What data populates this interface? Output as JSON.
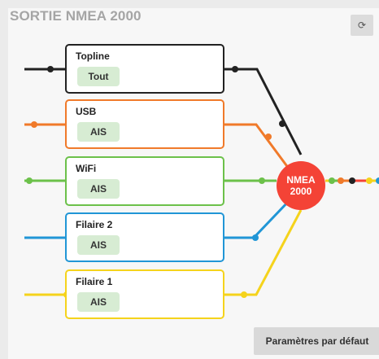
{
  "panel": {
    "title": "SORTIE NMEA 2000",
    "refresh_icon": "refresh-icon"
  },
  "colors": {
    "topline": "#222222",
    "usb": "#f07a2a",
    "wifi": "#6cc14a",
    "filaire2": "#2196d6",
    "filaire1": "#f5d31c",
    "hub": "#f44336"
  },
  "sources": [
    {
      "label": "Topline",
      "filter": "Tout"
    },
    {
      "label": "USB",
      "filter": "AIS"
    },
    {
      "label": "WiFi",
      "filter": "AIS"
    },
    {
      "label": "Filaire 2",
      "filter": "AIS"
    },
    {
      "label": "Filaire 1",
      "filter": "AIS"
    }
  ],
  "hub": {
    "line1": "NMEA",
    "line2": "2000"
  },
  "defaults_button": "Paramètres par défaut"
}
